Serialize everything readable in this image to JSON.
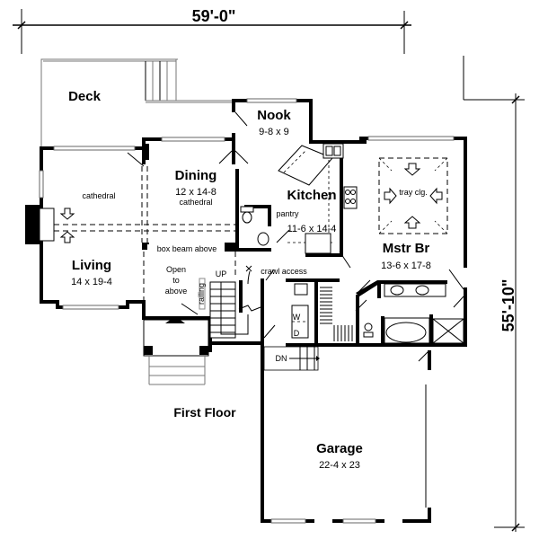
{
  "plan": {
    "floor_label": "First Floor",
    "overall_width": "59'-0\"",
    "overall_depth": "55'-10\""
  },
  "rooms": {
    "deck": {
      "name": "Deck"
    },
    "nook": {
      "name": "Nook",
      "dims": "9-8 x 9"
    },
    "dining": {
      "name": "Dining",
      "dims": "12 x 14-8",
      "note": "cathedral"
    },
    "kitchen": {
      "name": "Kitchen",
      "dims": "11-6 x 14-4"
    },
    "living": {
      "name": "Living",
      "dims": "14 x 19-4",
      "note": "cathedral"
    },
    "master_bedroom": {
      "name": "Mstr Br",
      "dims": "13-6 x 17-8",
      "note": "tray clg."
    },
    "garage": {
      "name": "Garage",
      "dims": "22-4 x 23"
    }
  },
  "annotations": {
    "pantry": "pantry",
    "box_beam": "box beam above",
    "open_to_above_1": "Open",
    "open_to_above_2": "to",
    "open_to_above_3": "above",
    "railing": "railing",
    "stairs_up": "UP",
    "stairs_down": "DN",
    "crawl_access": "crawl access",
    "washer": "W",
    "dryer": "D"
  },
  "icons": {
    "ceiling_arrow_down": "arrow-down",
    "ceiling_arrow_up": "arrow-up",
    "entry_marker": "triangle-up"
  }
}
